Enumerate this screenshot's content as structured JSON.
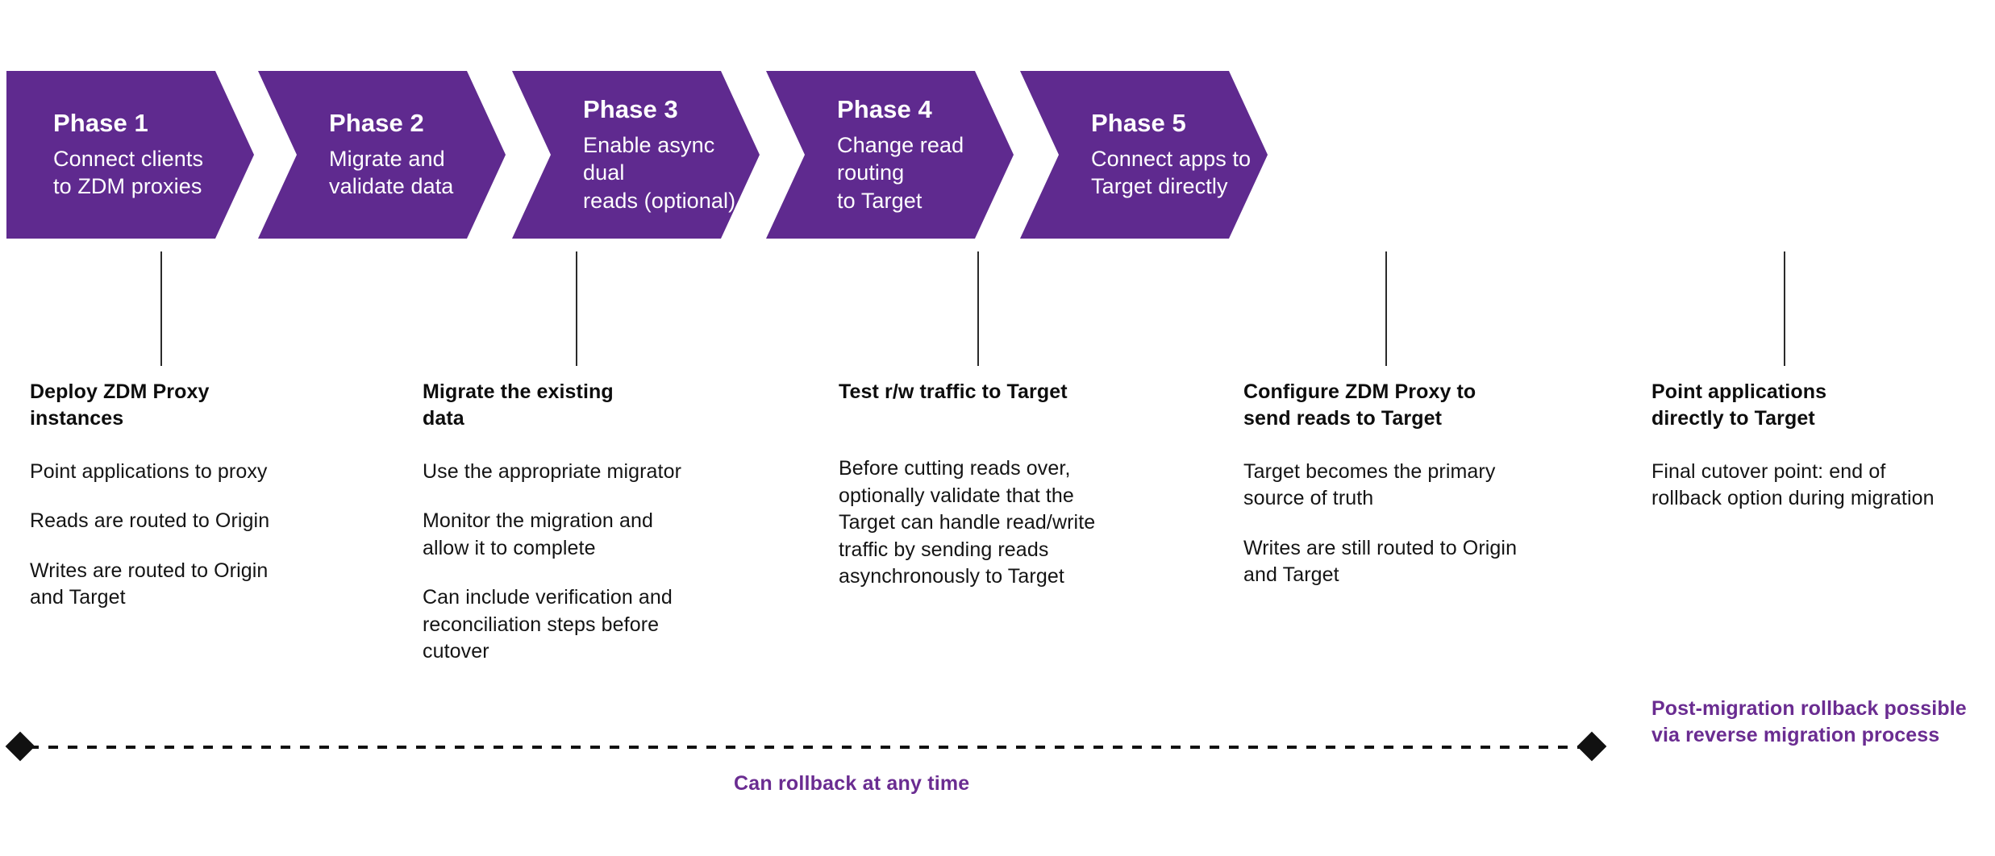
{
  "colors": {
    "chevron_purple": "#5F2A8F",
    "accent_purple": "#6A2C91",
    "text_black": "#0d0d0d",
    "background": "#ffffff"
  },
  "phases": [
    {
      "title": "Phase 1",
      "subtitle": "Connect clients\nto ZDM proxies",
      "subtitle_lines": [
        "Connect clients",
        "to ZDM proxies"
      ],
      "heading": "Deploy ZDM Proxy instances",
      "heading_lines": [
        "Deploy ZDM Proxy",
        "instances"
      ],
      "paragraphs": [
        "Point applications to proxy",
        "Reads are routed to Origin",
        "Writes are routed to Origin and Target"
      ]
    },
    {
      "title": "Phase 2",
      "subtitle": "Migrate and\nvalidate data",
      "subtitle_lines": [
        "Migrate and",
        "validate data"
      ],
      "heading": "Migrate the existing data",
      "heading_lines": [
        "Migrate the existing",
        "data"
      ],
      "paragraphs": [
        "Use the appropriate migrator",
        "Monitor the migration and allow it to complete",
        "Can include verification and reconciliation steps before cutover"
      ]
    },
    {
      "title": "Phase 3",
      "subtitle": "Enable async dual\nreads (optional)",
      "subtitle_lines": [
        "Enable async dual",
        "reads (optional)"
      ],
      "heading": "Test r/w traffic to Target",
      "heading_lines": [
        "Test r/w traffic to Target"
      ],
      "paragraphs": [
        "Before cutting reads over, optionally validate that the Target can handle read/write traffic by sending reads asynchronously to Target"
      ]
    },
    {
      "title": "Phase 4",
      "subtitle": "Change read routing\nto Target",
      "subtitle_lines": [
        "Change read routing",
        "to Target"
      ],
      "heading": "Configure ZDM Proxy to send reads to Target",
      "heading_lines": [
        "Configure ZDM Proxy to",
        "send reads to Target"
      ],
      "paragraphs": [
        "Target becomes the primary source of truth",
        "Writes are still routed to Origin and Target"
      ]
    },
    {
      "title": "Phase 5",
      "subtitle": "Connect apps to\nTarget directly",
      "subtitle_lines": [
        "Connect apps to",
        "Target directly"
      ],
      "heading": "Point applications directly to Target",
      "heading_lines": [
        "Point applications",
        "directly to Target"
      ],
      "paragraphs": [
        "Final cutover point: end of rollback option during migration"
      ]
    }
  ],
  "rollback": {
    "label": "Can rollback at any time",
    "note": "Post-migration rollback possible via reverse migration process",
    "marker_icon": "diamond-marker-icon",
    "line_icon": "dashed-rail-icon"
  }
}
